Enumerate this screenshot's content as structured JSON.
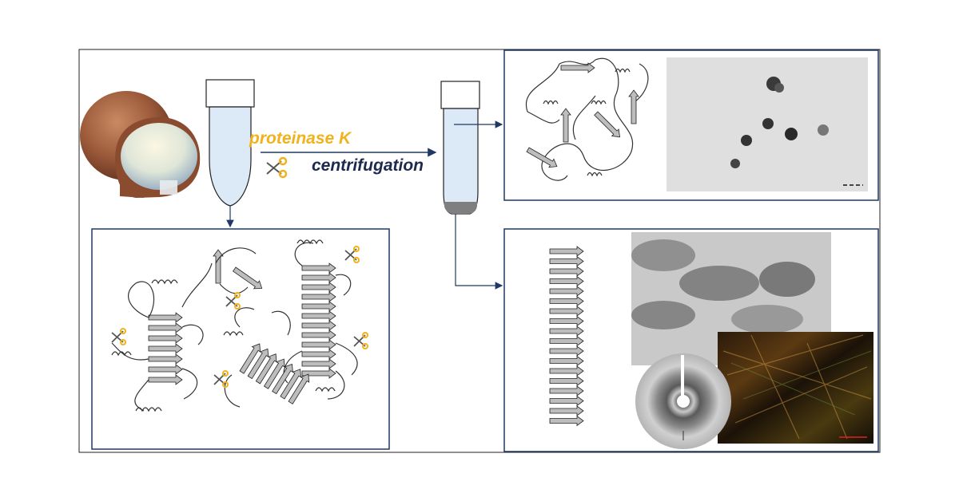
{
  "steps": {
    "proteinase": "proteinase K",
    "centrifugation": "centrifugation"
  },
  "colors": {
    "frame": "#1f3864",
    "tube_fill": "#dce9f6",
    "arrow": "#1f3864",
    "proteinase": "#f2b21b",
    "centrifugation": "#1c2a4f",
    "pellet": "#7f7f7f"
  },
  "icons": {
    "egg": "egg-photo",
    "scissors": "scissors-icon",
    "tem": "electron-micrograph",
    "xray": "x-ray-diffraction-pattern",
    "polarized": "polarized-light-micrograph"
  }
}
